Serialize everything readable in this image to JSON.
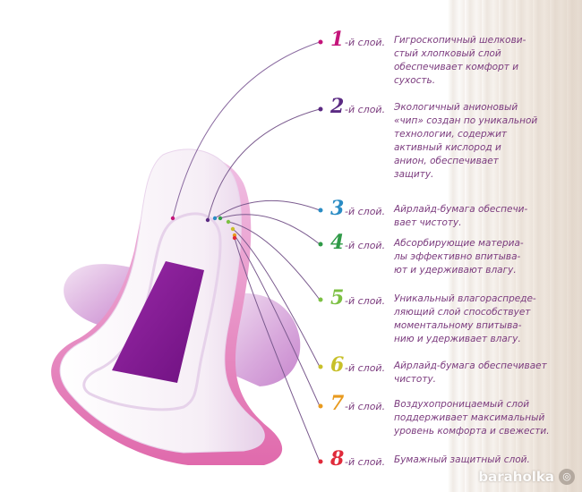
{
  "layers": [
    {
      "number": "1",
      "suffix": "-й слой.",
      "color": "#c4147a",
      "lines": [
        "Гигроскопичный шелкови-",
        "стый хлопковый слой",
        "обеспечивает комфорт и",
        "сухость."
      ]
    },
    {
      "number": "2",
      "suffix": "-й слой.",
      "color": "#5b2a83",
      "lines": [
        "Экологичный анионовый",
        "«чип» создан по уникальной",
        "технологии, содержит",
        "активный кислород и",
        "анион, обеспечивает",
        "защиту."
      ]
    },
    {
      "number": "3",
      "suffix": "-й слой.",
      "color": "#2a8cc4",
      "lines": [
        "Айрлайд-бумага обеспечи-",
        "вает чистоту."
      ]
    },
    {
      "number": "4",
      "suffix": "-й слой.",
      "color": "#2f9a47",
      "lines": [
        "Абсорбирующие материа-",
        "лы эффективно впитыва-",
        "ют и удерживают влагу."
      ]
    },
    {
      "number": "5",
      "suffix": "-й слой.",
      "color": "#7cc043",
      "lines": [
        "Уникальный влагораспреде-",
        "ляющий слой способствует",
        "моментальному впитыва-",
        "нию и удерживает влагу."
      ]
    },
    {
      "number": "6",
      "suffix": "-й слой.",
      "color": "#c8c02a",
      "lines": [
        "Айрлайд-бумага обеспечивает",
        "чистоту."
      ]
    },
    {
      "number": "7",
      "suffix": "-й слой.",
      "color": "#e89a1e",
      "lines": [
        "Воздухопроницаемый слой",
        "поддерживает максимальный",
        "уровень комфорта и свежести."
      ]
    },
    {
      "number": "8",
      "suffix": "-й слой.",
      "color": "#e02a3a",
      "lines": [
        "Бумажный защитный слой."
      ]
    }
  ],
  "watermark": {
    "text": "baraholka",
    "mark": "◎"
  }
}
